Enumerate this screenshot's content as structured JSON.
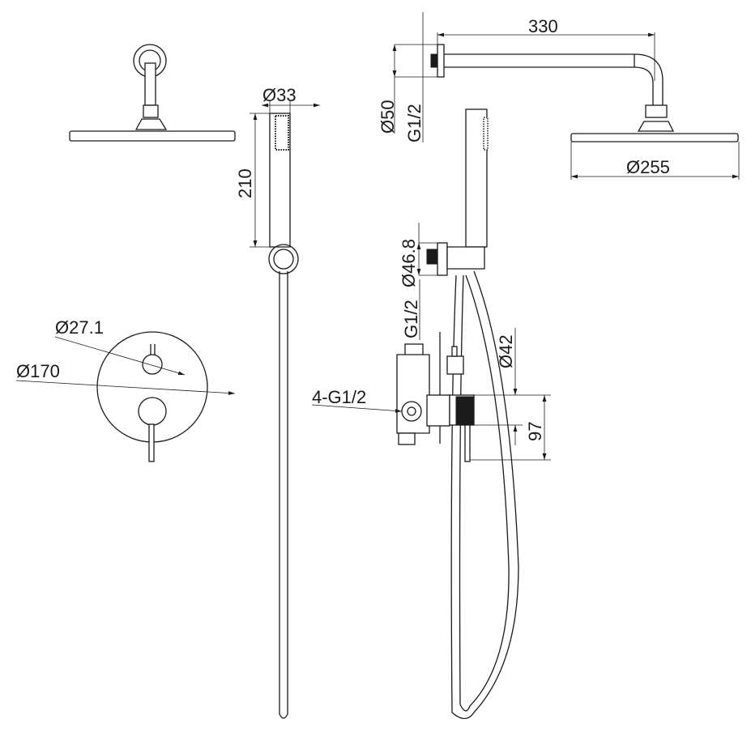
{
  "dimensions": {
    "handshower_diameter": "Ø33",
    "handshower_length": "210",
    "knob_diameter": "Ø27.1",
    "escutcheon_diameter": "Ø170",
    "arm_length": "330",
    "wall_flange_diameter": "Ø50",
    "arm_thread": "G1/2",
    "showerhead_diameter": "Ø255",
    "outlet_diameter": "Ø46.8",
    "outlet_thread": "G1/2",
    "spout_diameter": "Ø42",
    "valve_threads": "4-G1/2",
    "projection": "97"
  },
  "colors": {
    "line": "#1a1a1a",
    "background": "#ffffff"
  }
}
